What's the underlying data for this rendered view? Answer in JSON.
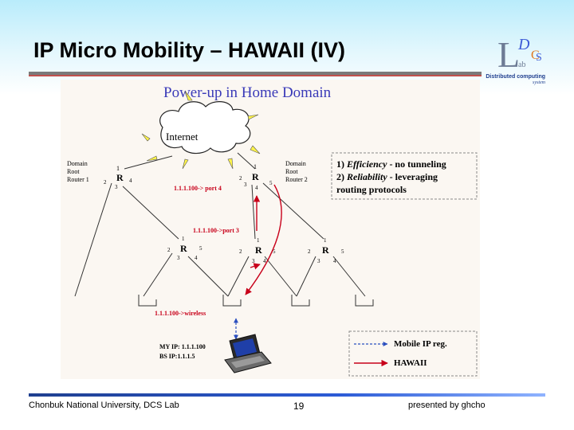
{
  "slide": {
    "title": "IP Micro Mobility – HAWAII (IV)",
    "logo": {
      "letters": [
        "L",
        "D",
        "C",
        "S",
        "ab"
      ],
      "name": "Distributed computing",
      "sub": "system"
    },
    "footer": {
      "left": "Chonbuk National University, DCS Lab",
      "page": "19",
      "right": "presented by ghcho"
    }
  },
  "diagram": {
    "heading": "Power-up in Home Domain",
    "cloud_label": "Internet",
    "domain_root_1": [
      "Domain",
      "Root",
      "Router 1"
    ],
    "domain_root_2": [
      "Domain",
      "Root",
      "Router 2"
    ],
    "router_letter": "R",
    "ports": {
      "p1": "1",
      "p2": "2",
      "p3": "3",
      "p4": "4",
      "p5": "5"
    },
    "route_entries": {
      "root": "1.1.1.100-> port 4",
      "middle": "1.1.1.100->port 3",
      "bs": "1.1.1.100->wireless"
    },
    "benefits": [
      {
        "num": "1)",
        "term": "Efficiency",
        "rest": " - no tunneling"
      },
      {
        "num": "2)",
        "term": "Reliability",
        "rest": " - leveraging"
      },
      {
        "num": "",
        "term": "",
        "rest": "routing protocols"
      }
    ],
    "mobile_info": [
      "MY IP: 1.1.1.100",
      "BS IP:1.1.1.5"
    ],
    "legend": [
      {
        "label": "Mobile IP reg.",
        "color": "#2b4fbf",
        "style": "dashed"
      },
      {
        "label": "HAWAII",
        "color": "#c0202a",
        "style": "solid"
      }
    ],
    "colors": {
      "route_red": "#c8001a",
      "mobile_blue": "#2b4fbf",
      "callout_red": "#d0021b"
    }
  }
}
